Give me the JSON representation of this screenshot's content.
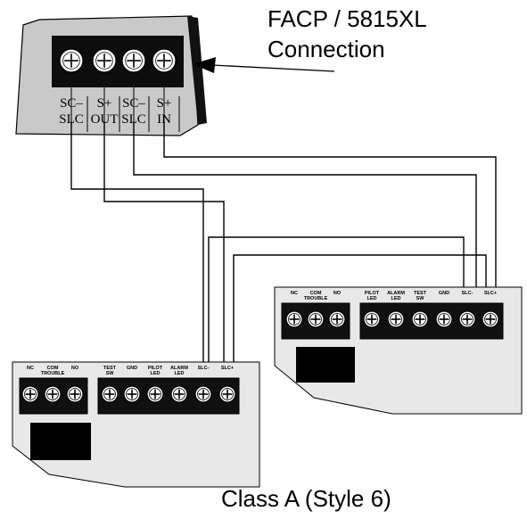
{
  "callout": {
    "line1": "FACP / 5815XL",
    "line2": "Connection"
  },
  "caption": "Class A (Style 6)",
  "facp_terminals": [
    {
      "top": "SC–",
      "bottom": "SLC"
    },
    {
      "top": "S+",
      "bottom": "OUT"
    },
    {
      "top": "SC–",
      "bottom": "SLC"
    },
    {
      "top": "S+",
      "bottom": "IN"
    }
  ],
  "module_labels": {
    "trouble_top": [
      "NC",
      "COM",
      "NO"
    ],
    "trouble_bottom": "TROUBLE",
    "right_group": [
      {
        "top": "TEST",
        "bottom": "SW"
      },
      {
        "top": "GND",
        "bottom": ""
      },
      {
        "top": "PILOT",
        "bottom": "LED"
      },
      {
        "top": "ALARM",
        "bottom": "LED"
      },
      {
        "top": "SLC-",
        "bottom": ""
      },
      {
        "top": "SLC+",
        "bottom": ""
      }
    ],
    "right_group_alt": [
      {
        "top": "PILOT",
        "bottom": "LED"
      },
      {
        "top": "ALARM",
        "bottom": "LED"
      },
      {
        "top": "TEST",
        "bottom": "SW"
      },
      {
        "top": "GND",
        "bottom": ""
      },
      {
        "top": "SLC-",
        "bottom": ""
      },
      {
        "top": "SLC+",
        "bottom": ""
      }
    ]
  },
  "colors": {
    "line": "#000000",
    "panel": "#e8e8e8",
    "screw_fill": "#ffffff",
    "block": "#101010"
  }
}
